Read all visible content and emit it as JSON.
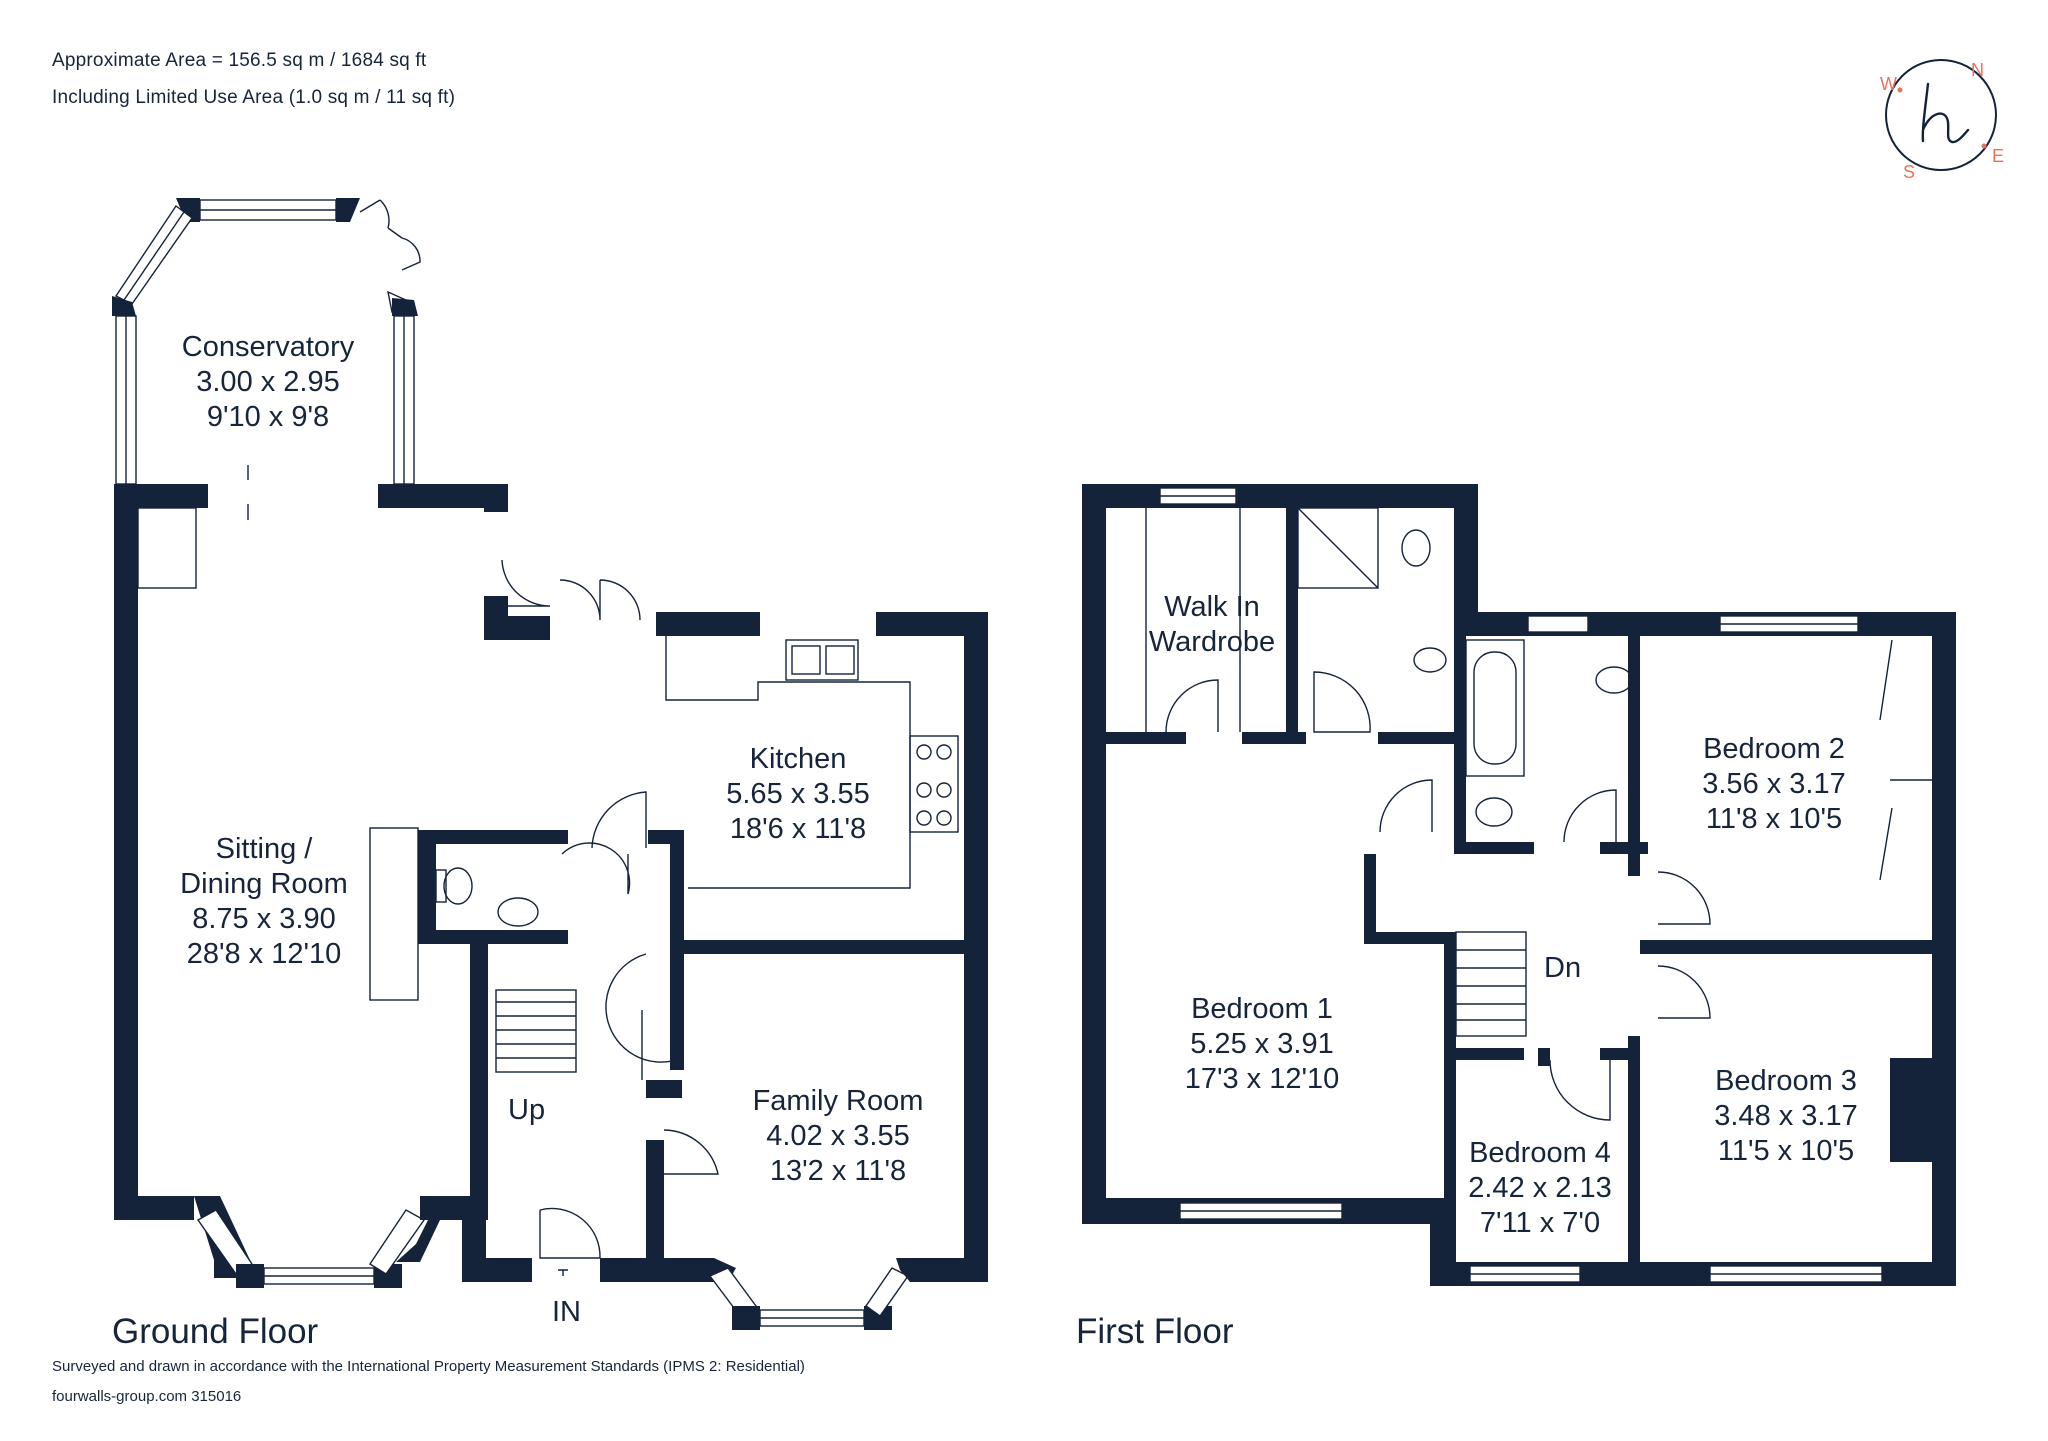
{
  "header": {
    "area_line": "Approximate Area = 156.5 sq m / 1684 sq ft",
    "limited_use_line": "Including Limited Use Area (1.0 sq m / 11 sq ft)"
  },
  "compass": {
    "letters": {
      "n": "N",
      "e": "E",
      "s": "S",
      "w": "W"
    },
    "accent_color": "#e8735a",
    "icon": "compass-logo-icon"
  },
  "ground_floor": {
    "title": "Ground Floor",
    "rooms": [
      {
        "key": "conservatory",
        "name": "Conservatory",
        "metric": "3.00 x 2.95",
        "imperial": "9'10 x 9'8"
      },
      {
        "key": "kitchen",
        "name": "Kitchen",
        "metric": "5.65 x 3.55",
        "imperial": "18'6 x 11'8"
      },
      {
        "key": "sitting",
        "name_line1": "Sitting /",
        "name_line2": "Dining Room",
        "metric": "8.75 x 3.90",
        "imperial": "28'8 x 12'10"
      },
      {
        "key": "family",
        "name": "Family Room",
        "metric": "4.02 x 3.55",
        "imperial": "13'2 x 11'8"
      }
    ],
    "up_label": "Up",
    "in_label": "IN"
  },
  "first_floor": {
    "title": "First Floor",
    "rooms": [
      {
        "key": "wardrobe",
        "name_line1": "Walk In",
        "name_line2": "Wardrobe"
      },
      {
        "key": "bedroom2",
        "name": "Bedroom 2",
        "metric": "3.56 x 3.17",
        "imperial": "11'8 x 10'5"
      },
      {
        "key": "bedroom1",
        "name": "Bedroom 1",
        "metric": "5.25 x 3.91",
        "imperial": "17'3 x 12'10"
      },
      {
        "key": "bedroom3",
        "name": "Bedroom 3",
        "metric": "3.48 x 3.17",
        "imperial": "11'5 x 10'5"
      },
      {
        "key": "bedroom4",
        "name": "Bedroom 4",
        "metric": "2.42 x 2.13",
        "imperial": "7'11 x 7'0"
      }
    ],
    "down_label": "Dn"
  },
  "footer": {
    "standards_line": "Surveyed and drawn in accordance with the International Property Measurement Standards (IPMS 2: Residential)",
    "ref_line": "fourwalls-group.com 315016"
  }
}
